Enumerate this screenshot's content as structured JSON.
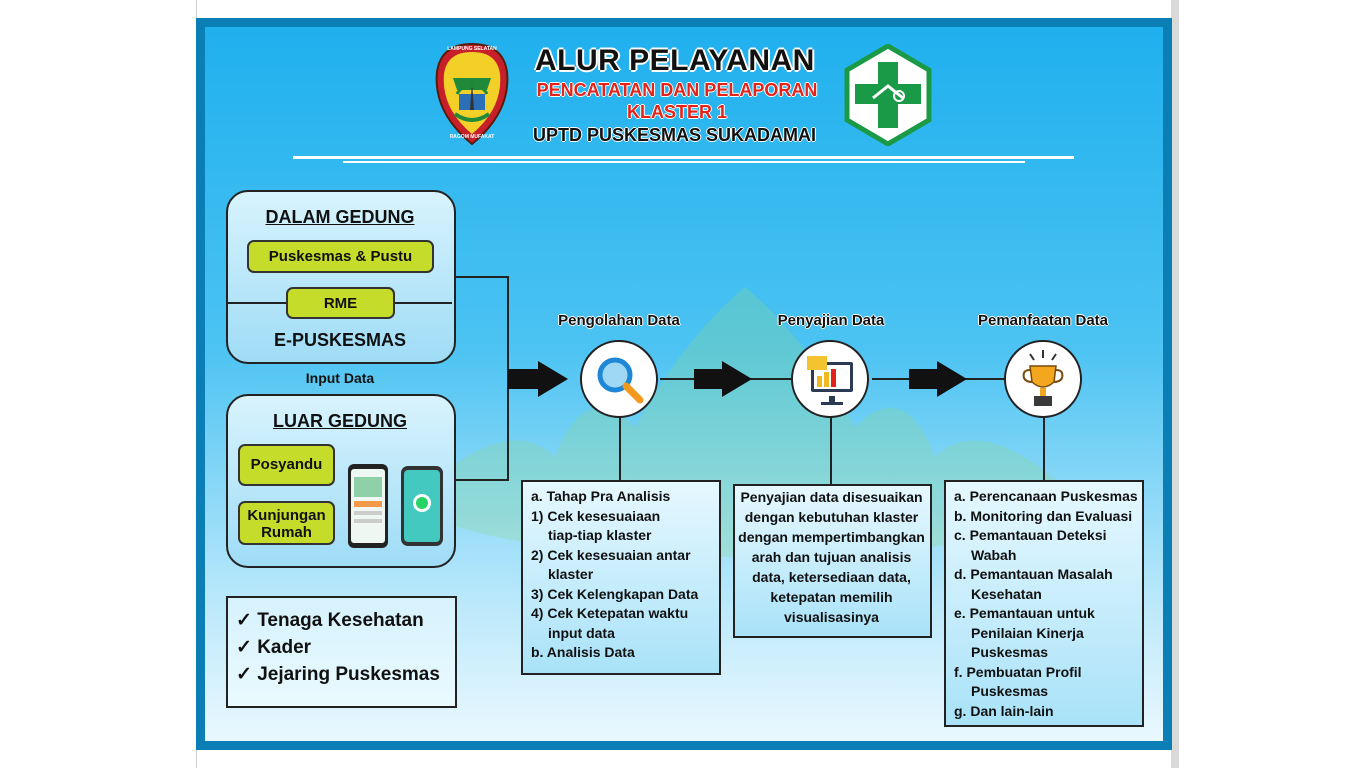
{
  "header": {
    "title": "ALUR PELAYANAN",
    "subtitle1": "PENCATATAN DAN PELAPORAN",
    "subtitle2": "KLASTER 1",
    "subtitle3": "UPTD  PUSKESMAS SUKADAMAI",
    "logo_left_text_top": "LAMPUNG SELATAN",
    "logo_left_text_bottom": "RAGOM MUFAKAT"
  },
  "inside": {
    "title": "DALAM GEDUNG",
    "pill1": "Puskesmas & Pustu",
    "pill2": "RME",
    "label": "E-PUSKESMAS"
  },
  "input_label": "Input Data",
  "outside": {
    "title": "LUAR GEDUNG",
    "pill1": "Posyandu",
    "pill2_line1": "Kunjungan",
    "pill2_line2": "Rumah"
  },
  "actors": [
    "Tenaga Kesehatan",
    "Kader",
    "Jejaring Puskesmas"
  ],
  "check_mark": "✓",
  "steps": [
    {
      "title": "Pengolahan Data",
      "icon": "magnifier-icon"
    },
    {
      "title": "Penyajian Data",
      "icon": "monitor-chart-icon"
    },
    {
      "title": "Pemanfaatan Data",
      "icon": "trophy-icon"
    }
  ],
  "processing_list": [
    {
      "text": "a. Tahap Pra Analisis",
      "indent": false
    },
    {
      "text": "1) Cek kesesuaiaan",
      "indent": false
    },
    {
      "text": "tiap-tiap klaster",
      "indent": true
    },
    {
      "text": "2) Cek kesesuaian antar",
      "indent": false
    },
    {
      "text": "klaster",
      "indent": true
    },
    {
      "text": "3) Cek Kelengkapan Data",
      "indent": false
    },
    {
      "text": "4) Cek Ketepatan waktu",
      "indent": false
    },
    {
      "text": "input data",
      "indent": true
    },
    {
      "text": "b. Analisis Data",
      "indent": false
    }
  ],
  "presentation_lines": [
    "Penyajian data disesuaikan",
    "dengan kebutuhan klaster",
    "dengan mempertimbangkan",
    "arah dan tujuan analisis",
    "data, ketersediaan data,",
    "ketepatan memilih",
    "visualisasinya"
  ],
  "utilization_list": [
    {
      "text": "a. Perencanaan Puskesmas",
      "indent": false
    },
    {
      "text": "b. Monitoring dan Evaluasi",
      "indent": false
    },
    {
      "text": "c. Pemantauan Deteksi",
      "indent": false
    },
    {
      "text": "Wabah",
      "indent": true
    },
    {
      "text": "d. Pemantauan Masalah",
      "indent": false
    },
    {
      "text": "Kesehatan",
      "indent": true
    },
    {
      "text": "e. Pemantauan untuk",
      "indent": false
    },
    {
      "text": "Penilaian Kinerja",
      "indent": true
    },
    {
      "text": "Puskesmas",
      "indent": true
    },
    {
      "text": "f. Pembuatan Profil",
      "indent": false
    },
    {
      "text": "Puskesmas",
      "indent": true
    },
    {
      "text": "g. Dan lain-lain",
      "indent": false
    }
  ],
  "colors": {
    "accent_green": "#c6dc2a",
    "title_red": "#e2231a",
    "frame_blue": "#0b7fb5",
    "health_green": "#1a9a46"
  }
}
